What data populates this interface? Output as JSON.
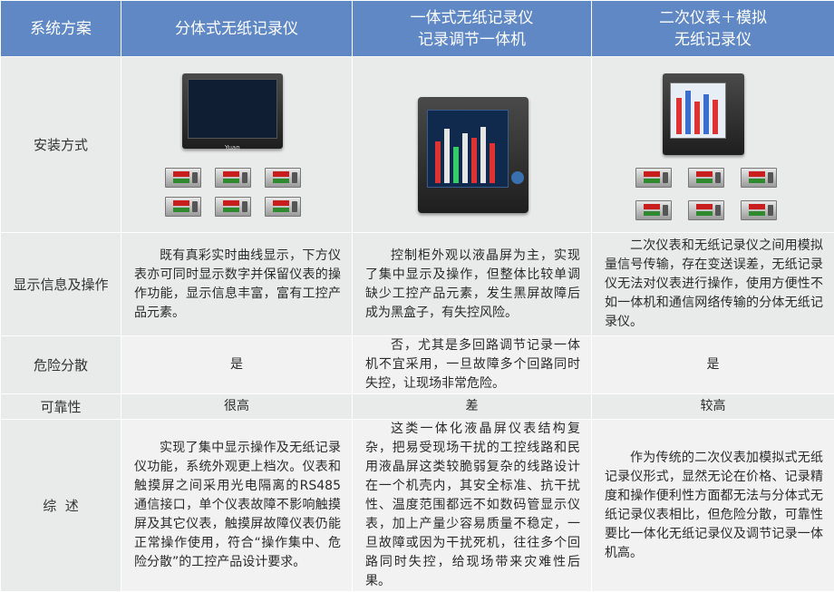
{
  "header": {
    "col0": "系统方案",
    "col1": "分体式无纸记录仪",
    "col2_line1": "一体式无纸记录仪",
    "col2_line2": "记录调节一体机",
    "col3_line1": "二次仪表＋模拟",
    "col3_line2": "无纸记录仪"
  },
  "rows": {
    "install": {
      "label": "安装方式",
      "logo1": "Yuan"
    },
    "display": {
      "label": "显示信息及操作",
      "col1": "既有真彩实时曲线显示，下方仪表亦可同时显示数字并保留仪表的操作功能，显示信息丰富，富有工控产品元素。",
      "col2": "控制柜外观以液晶屏为主，实现了集中显示及操作，但整体比较单调缺少工控产品元素，发生黑屏故障后成为黑盒子，有失控风险。",
      "col3": "二次仪表和无纸记录仪之间用模拟量信号传输，存在变送误差，无纸记录仪无法对仪表进行操作，使用方便性不如一体机和通信网络传输的分体无纸记录仪。"
    },
    "risk": {
      "label": "危险分散",
      "col1": "是",
      "col2": "否，尤其是多回路调节记录一体机不宜采用，一旦故障多个回路同时失控，让现场非常危险。",
      "col3": "是"
    },
    "reliability": {
      "label": "可靠性",
      "col1": "很高",
      "col2": "差",
      "col3": "较高"
    },
    "summary": {
      "label": "综  述",
      "col1": "实现了集中显示操作及无纸记录仪功能，系统外观更上档次。仪表和触摸屏之间采用光电隔离的RS485 通信接口，单个仪表故障不影响触摸屏及其它仪表，触摸屏故障仪表仍能正常操作使用，符合“操作集中、危险分散”的工控产品设计要求。",
      "col2": "这类一体化液晶屏仪表结构复杂，把易受现场干扰的工控线路和民用液晶屏这类较脆弱复杂的线路设计在一个机壳内，其安全标准、抗干扰性、温度范围都远不如数码管显示仪表，加上产量少容易质量不稳定，一旦故障或因为干扰死机，往往多个回路同时失控，给现场带来灾难性后果。",
      "col3": "作为传统的二次仪表加模拟式无纸记录仪形式，显然无论在价格、记录精度和操作便利性方面都无法与分体式无纸记录仪表相比，但危险分散，可靠性要比一体化无纸记录仪及调节记录一体机高。"
    }
  },
  "colors": {
    "header_bg": "#5f88c4",
    "cell_bg": "#e9eaea",
    "cell_alt_bg": "#f2f2f2"
  }
}
